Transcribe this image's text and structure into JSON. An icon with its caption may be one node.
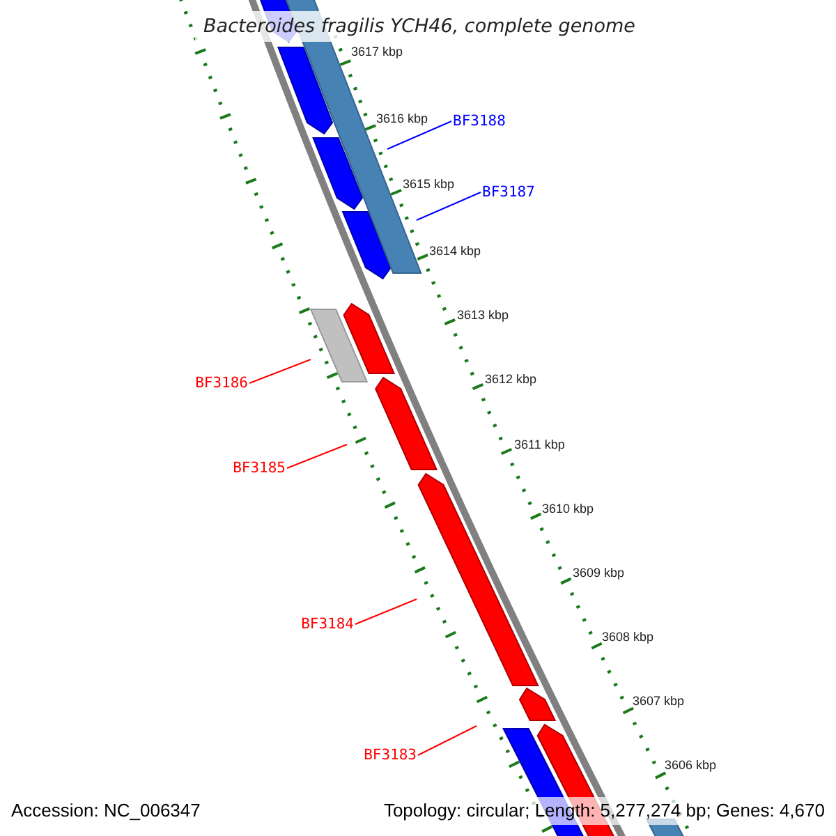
{
  "diagram": {
    "title": "Bacteroides fragilis YCH46, complete genome",
    "nodes": [
      {
        "text": [
          "BF3188"
        ]
      },
      {
        "text": [
          "BF3187"
        ]
      },
      {
        "text": [
          "BF3186"
        ]
      },
      {
        "text": [
          "BF3185"
        ]
      },
      {
        "text": [
          "BF3184"
        ]
      },
      {
        "text": [
          "BF3183"
        ]
      }
    ],
    "edges": [
      {
        "from": 0,
        "to": null,
        "arrow": "none",
        "color": "#0000ff"
      },
      {
        "from": 1,
        "to": null,
        "arrow": "none",
        "color": "#0000ff"
      },
      {
        "from": 2,
        "to": null,
        "arrow": "none"
      },
      {
        "from": 3,
        "to": null,
        "arrow": "none"
      },
      {
        "from": 4,
        "to": null,
        "arrow": "none"
      },
      {
        "from": 5,
        "to": null,
        "arrow": "none"
      }
    ],
    "labels": [
      "3617 kbp",
      "3616 kbp",
      "3615 kbp",
      "3614 kbp",
      "3613 kbp",
      "3612 kbp",
      "3611 kbp",
      "3610 kbp",
      "3609 kbp",
      "3608 kbp",
      "3607 kbp",
      "3606 kbp",
      "Accession: NC_006347",
      "Topology: circular; Length: 5,277,274 bp; Genes: 4,670"
    ]
  }
}
